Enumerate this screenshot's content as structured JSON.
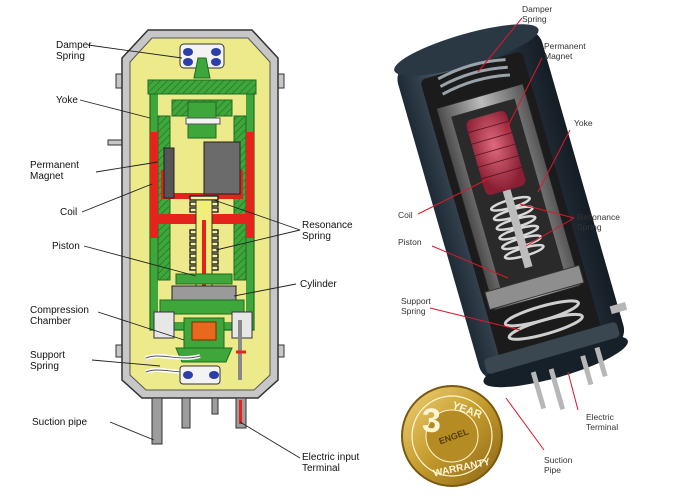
{
  "left_diagram": {
    "labels": {
      "damper_spring": [
        "Damper",
        "Spring"
      ],
      "yoke": "Yoke",
      "permanent_magnet": [
        "Permanent",
        "Magnet"
      ],
      "coil": "Coil",
      "piston": "Piston",
      "compression_chamber": [
        "Compression",
        "Chamber"
      ],
      "support_spring": [
        "Support",
        "Spring"
      ],
      "suction_pipe": "Suction pipe",
      "resonance_spring": [
        "Resonance",
        "Spring"
      ],
      "cylinder": "Cylinder",
      "electric_input_terminal": [
        "Electric input",
        "Terminal"
      ]
    }
  },
  "right_photo": {
    "labels": {
      "damper_spring": [
        "Damper",
        "Spring"
      ],
      "permanent_magnet": [
        "Permanent",
        "Magnet"
      ],
      "yoke": "Yoke",
      "coil": "Coil",
      "resonance_spring": [
        "Resonance",
        "Spring"
      ],
      "piston": "Piston",
      "support_spring": [
        "Support",
        "Spring"
      ],
      "electric_terminal": [
        "Electric",
        "Terminal"
      ],
      "suction_pipe": [
        "Suction",
        "Pipe"
      ]
    }
  },
  "warranty_seal": {
    "number": "3",
    "top_text": "YEAR",
    "brand": "ENGEL",
    "bottom_text": "WARRANTY"
  },
  "colors": {
    "shell_yellow": "#ecea8a",
    "yoke_green": "#3fa63c",
    "coil_red": "#e3231c",
    "shell_gray": "#c7c7c7",
    "label_line_red": "#d8192a",
    "seal_gold": "#c9a332"
  }
}
